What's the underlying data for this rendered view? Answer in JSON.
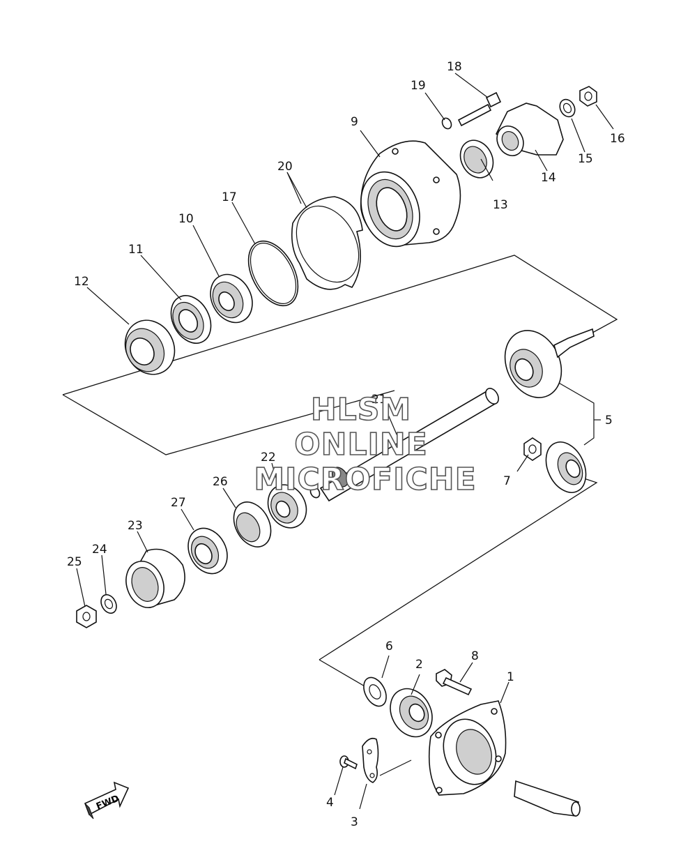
{
  "watermark": {
    "line1": "HLSM",
    "line2": "ONLINE",
    "line3": "MICROFICHE"
  },
  "fwd_label": "FWD",
  "callouts": {
    "c1": "1",
    "c2": "2",
    "c3": "3",
    "c4": "4",
    "c5": "5",
    "c6": "6",
    "c7": "7",
    "c8": "8",
    "c9": "9",
    "c10": "10",
    "c11": "11",
    "c12": "12",
    "c13": "13",
    "c14": "14",
    "c15": "15",
    "c16": "16",
    "c17": "17",
    "c18": "18",
    "c19": "19",
    "c20": "20",
    "c21": "21",
    "c22": "22",
    "c23": "23",
    "c24": "24",
    "c25": "25",
    "c26": "26",
    "c27": "27"
  }
}
